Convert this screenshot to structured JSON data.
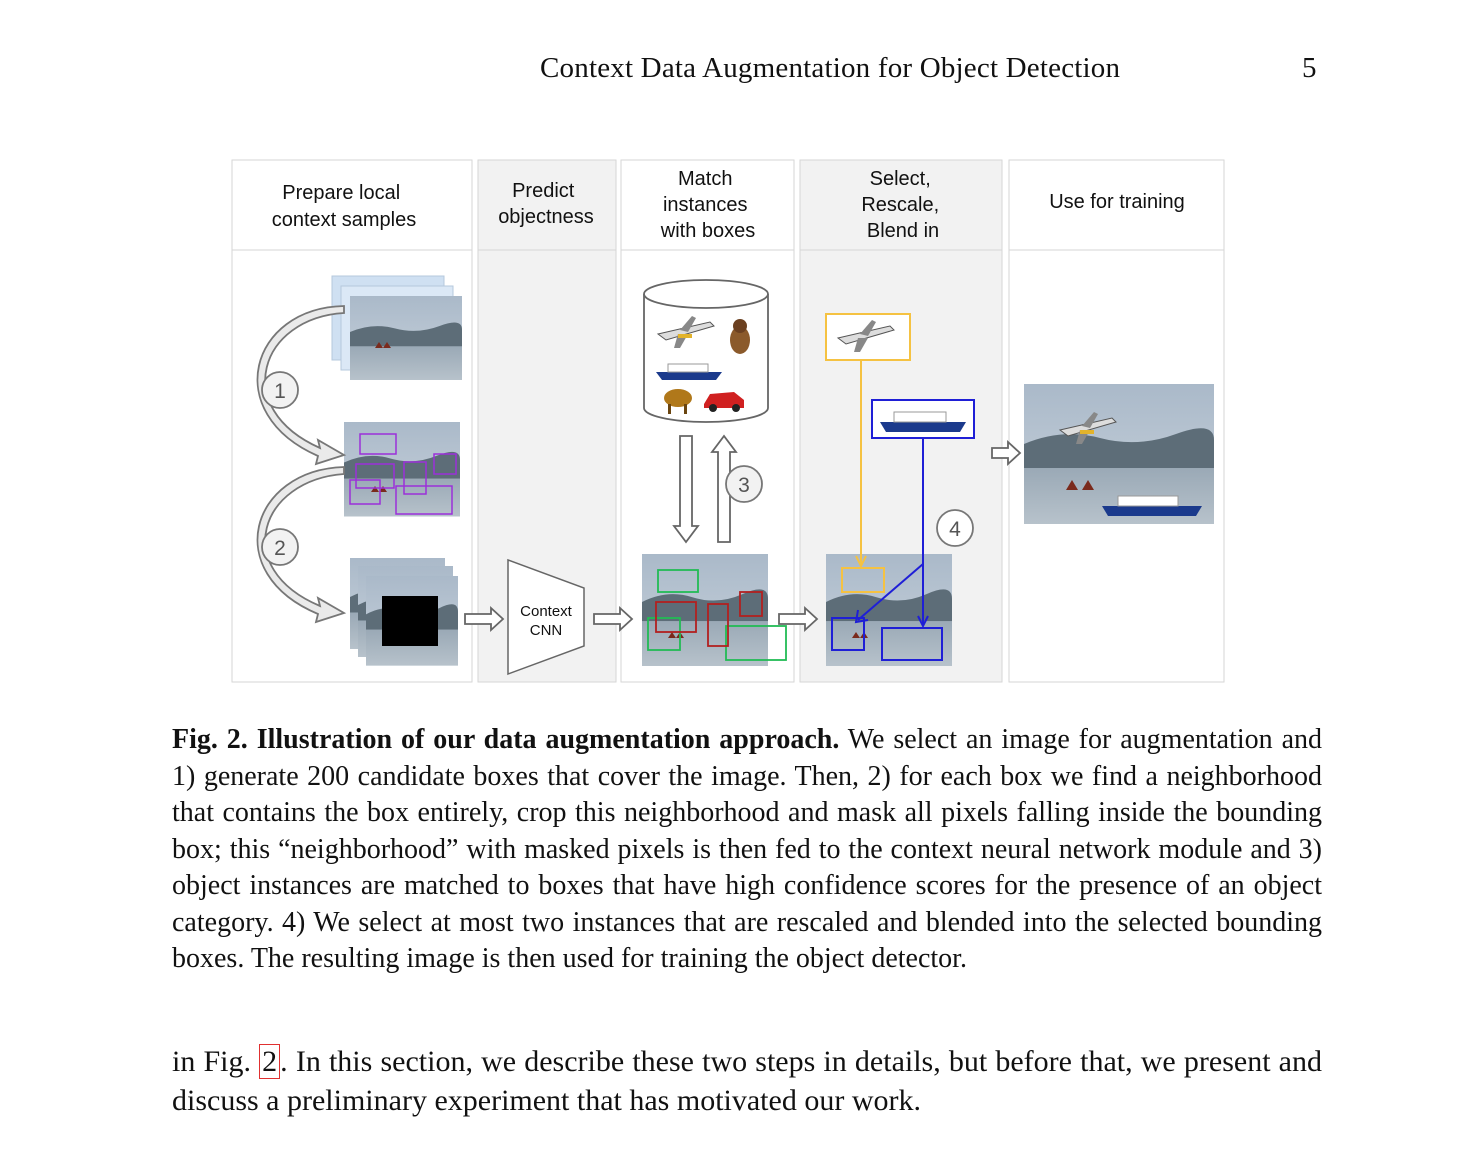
{
  "header": {
    "running_title": "Context Data Augmentation for Object Detection",
    "page_number": "5"
  },
  "figure": {
    "columns": [
      {
        "lines": [
          "Prepare local",
          "context samples"
        ]
      },
      {
        "lines": [
          "Predict",
          "objectness"
        ]
      },
      {
        "lines": [
          "Match",
          "instances",
          "with boxes"
        ]
      },
      {
        "lines": [
          "Select,",
          "Rescale,",
          "Blend in"
        ]
      },
      {
        "lines": [
          "Use for training"
        ]
      }
    ],
    "step_labels": [
      "1",
      "2",
      "3",
      "4"
    ],
    "cnn_label": [
      "Context",
      "CNN"
    ],
    "colors": {
      "purple_box": "#9b30d9",
      "green_box": "#22bb55",
      "red_box": "#b22020",
      "yellow_box": "#f5c242",
      "blue_box": "#1f1fd6",
      "column_bg": "#f2f2f2"
    }
  },
  "caption": {
    "label": "Fig. 2. Illustration of our data augmentation approach.",
    "text": "We select an image for augmentation and 1) generate 200 candidate boxes that cover the image. Then, 2) for each box we find a neighborhood that contains the box entirely, crop this neighborhood and mask all pixels falling inside the bounding box; this “neighborhood” with masked pixels is then fed to the context neural network module and 3) object instances are matched to boxes that have high confidence scores for the presence of an object category. 4) We select at most two instances that are rescaled and blended into the selected bounding boxes. The resulting image is then used for training the object detector."
  },
  "body": {
    "before_ref": "in Fig. ",
    "ref": "2",
    "after_ref": ". In this section, we describe these two steps in details, but before that, we present and discuss a preliminary experiment that has motivated our work."
  }
}
